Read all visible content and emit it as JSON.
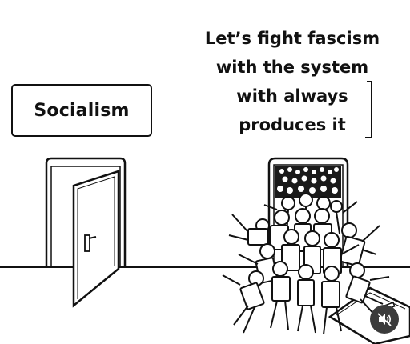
{
  "sign": {
    "label": "Socialism"
  },
  "caption": {
    "lines": [
      "Let’s fight fascism",
      "with the system",
      "with always",
      "produces it"
    ]
  },
  "controls": {
    "mute_icon": "speaker-muted-icon",
    "mute_color": "#3b3b3b"
  }
}
